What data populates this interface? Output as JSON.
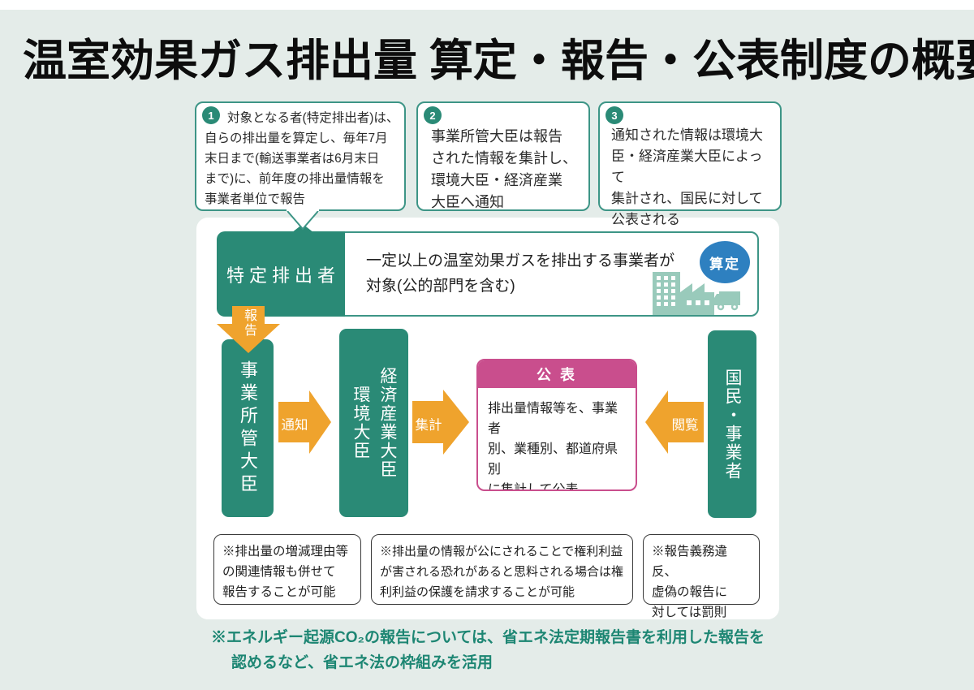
{
  "title": "温室効果ガス排出量 算定・報告・公表制度の概要",
  "steps": [
    {
      "number": "1",
      "text": "対象となる者(特定排出者)は、\n自らの排出量を算定し、毎年7月\n末日まで(輸送事業者は6月末日\nまで)に、前年度の排出量情報を\n事業者単位で報告"
    },
    {
      "number": "2",
      "text": "事業所管大臣は報告\nされた情報を集計し、\n環境大臣・経済産業\n大臣へ通知"
    },
    {
      "number": "3",
      "text": "通知された情報は環境大\n臣・経済産業大臣によって\n集計され、国民に対して\n公表される"
    }
  ],
  "diagram": {
    "emitter": {
      "label": "特定排出者",
      "description": "一定以上の温室効果ガスを排出する事業者が\n対象(公的部門を含む)",
      "badge": "算定"
    },
    "arrows": {
      "report": "報告",
      "notify": "通知",
      "aggregate": "集計",
      "view": "閲覧"
    },
    "columns": {
      "line_minister": "事業所管大臣",
      "env_minister": "環境大臣",
      "meti_minister": "経済産業大臣",
      "public": "国民・事業者"
    },
    "publication": {
      "header": "公 表",
      "body": "排出量情報等を、事業者\n別、業種別、都道府県別\nに集計して公表"
    },
    "notes": [
      "※排出量の増減理由等\nの関連情報も併せて\n報告することが可能",
      "※排出量の情報が公にされることで権利利益\nが害される恐れがあると思料される場合は権\n利利益の保護を請求することが可能",
      "※報告義務違反、\n虚偽の報告に\n対しては罰則"
    ]
  },
  "footnote": {
    "line1": "※エネルギー起源CO₂の報告については、省エネ法定期報告書を利用した報告を",
    "line2": "認めるなど、省エネ法の枠組みを活用"
  },
  "icons": [
    "factory-icon",
    "truck-icon",
    "calc-badge"
  ],
  "colors": {
    "background": "#e4ece9",
    "teal": "#2a8a76",
    "teal_border": "#3d9586",
    "orange": "#efa32d",
    "pink": "#c94e8d",
    "blue": "#2e80c0",
    "icon_teal": "#99cabb",
    "footnote_green": "#1d8673"
  }
}
